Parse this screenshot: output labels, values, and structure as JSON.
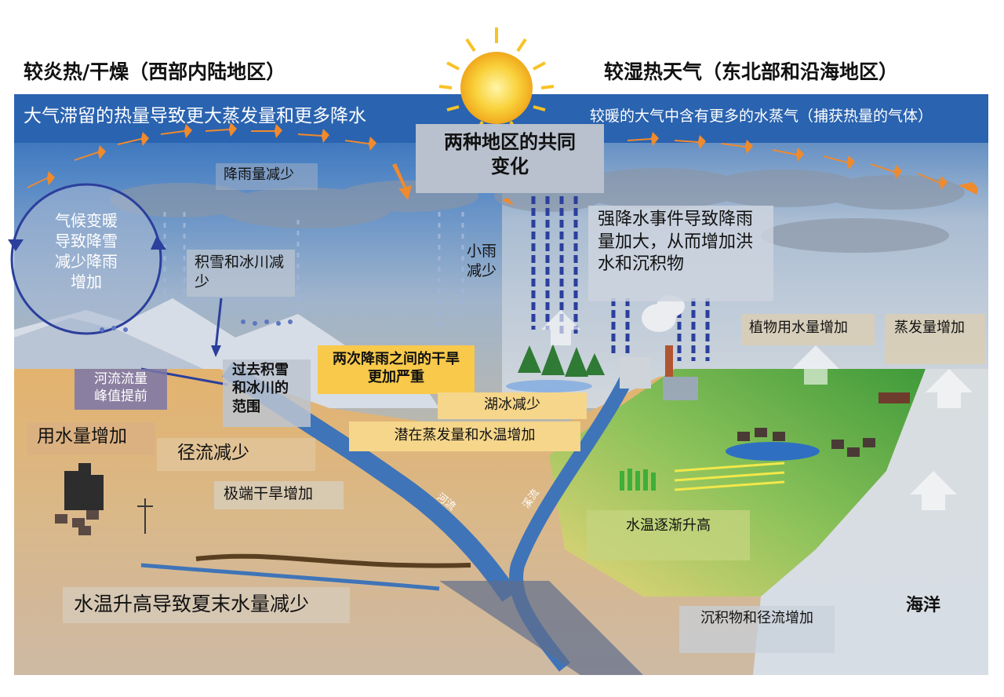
{
  "headers": {
    "left_title": "较炎热/干燥（西部内陆地区）",
    "right_title": "较湿热天气（东北部和沿海地区）"
  },
  "banner": {
    "left_text": "大气滞留的热量导致更大蒸发量和更多降水",
    "right_text": "较暖的大气中含有更多的水蒸气（捕获热量的气体）",
    "center_box": "两种地区的共同变化"
  },
  "labels": {
    "rain_decrease": "降雨量减少",
    "cycle_text": "气候变暖导致降雪减少降雨增加",
    "snowpack_decrease": "积雪和冰川减少",
    "light_rain_less": "小雨减少",
    "heavy_rain": "强降水事件导致降雨量加大，从而增加洪水和沉积物",
    "plant_water": "植物用水量增加",
    "evaporation_up": "蒸发量增加",
    "peak_flow_earlier": "河流流量峰值提前",
    "past_snow_extent": "过去积雪和冰川的范围",
    "drought_between": "两次降雨之间的干旱更加严重",
    "lake_ice_less": "湖冰减少",
    "evap_temp_up": "潜在蒸发量和水温增加",
    "water_use_up": "用水量增加",
    "runoff_less": "径流减少",
    "extreme_drought": "极端干旱增加",
    "river": "河流",
    "stream": "溪流",
    "water_temp_rising": "水温逐渐升高",
    "summer_water_less": "水温升高导致夏末水量减少",
    "sediment_runoff": "沉积物和径流增加",
    "ocean": "海洋"
  },
  "colors": {
    "sky_blue": "#2a63b0",
    "sun": "#f7c325",
    "arrow_orange": "#f08a2c",
    "river_blue": "#3f74b8",
    "land_tan": "#d8b585",
    "land_green": "#6fb04a"
  }
}
